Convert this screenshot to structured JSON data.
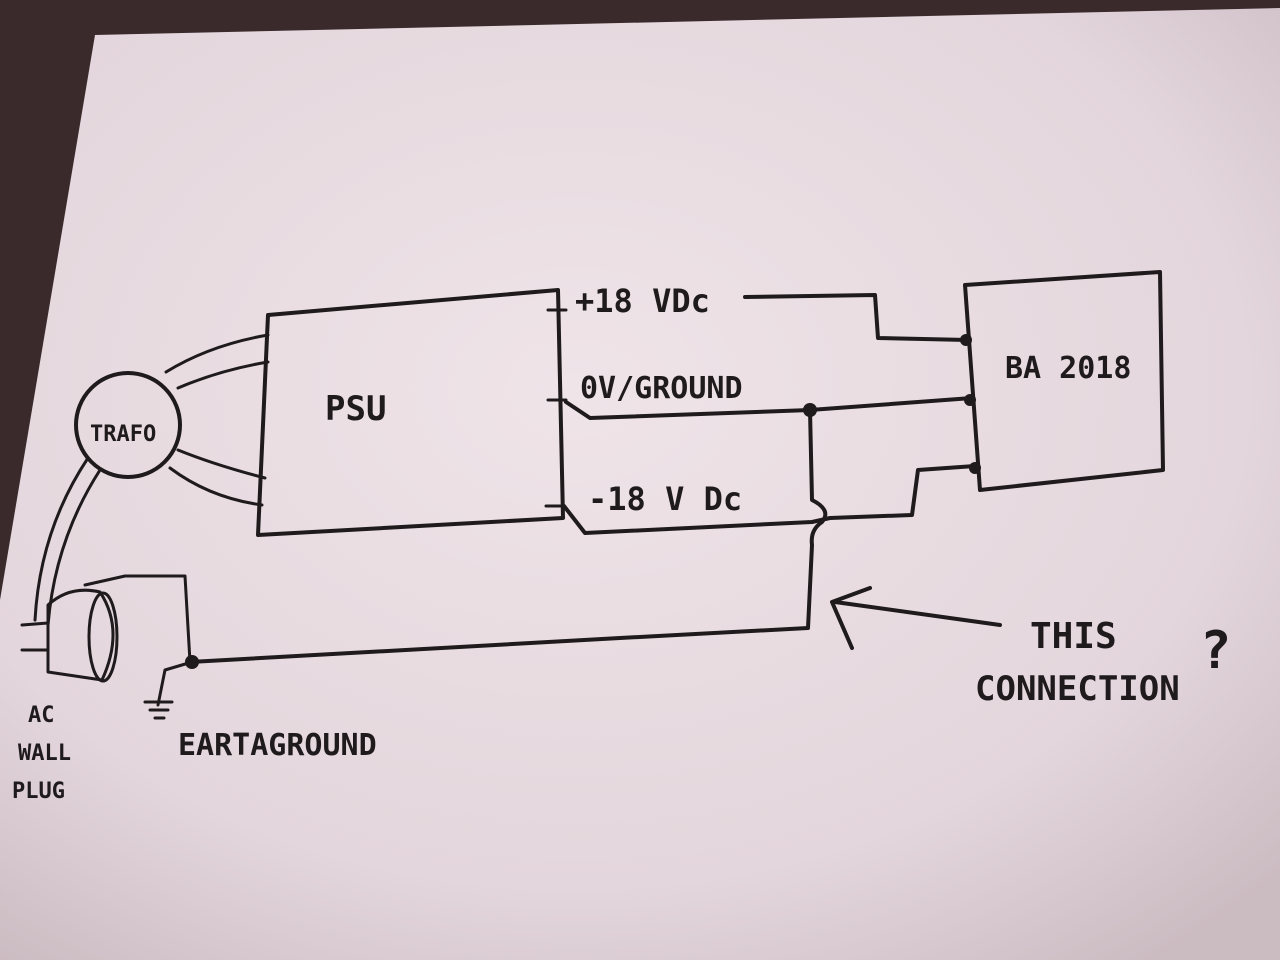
{
  "labels": {
    "trafo": "TRAFO",
    "psu": "PSU",
    "ba": "BA 2018",
    "plus_supply": "+18 VDc",
    "zero_ground": "0V/GROUND",
    "minus_supply": "-18 V Dc",
    "earth_ground": "EARTAGROUND",
    "ac_line1": "AC",
    "ac_line2": "WALL",
    "ac_line3": "PLUG",
    "question_line1": "THIS",
    "question_line2": "CONNECTION",
    "question_mark": "?"
  },
  "colors": {
    "paper": "#e9dde2",
    "ink": "#1f1a1c",
    "background": "#3a2a2c"
  }
}
